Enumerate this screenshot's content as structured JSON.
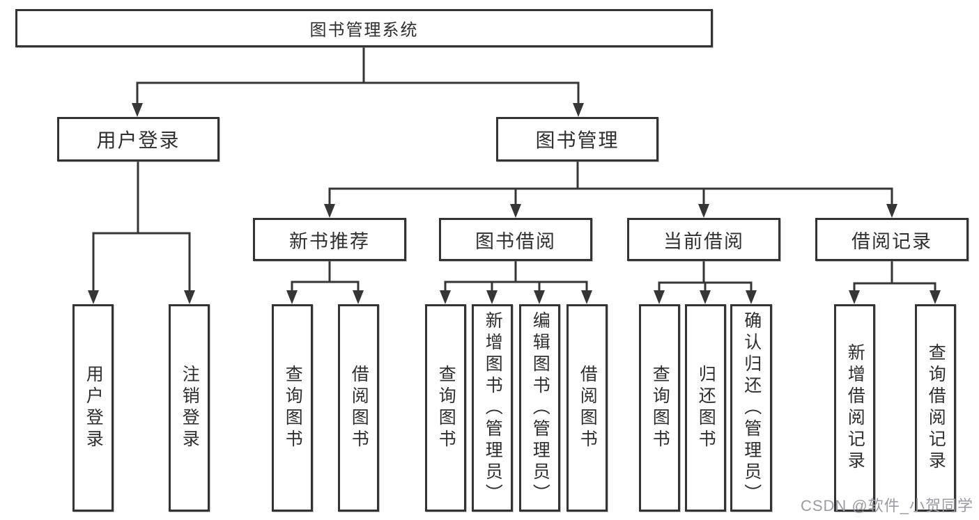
{
  "tree": {
    "root": "图书管理系统",
    "branches": [
      {
        "label": "用户登录",
        "children": [
          "用户登录",
          "注销登录"
        ]
      },
      {
        "label": "图书管理",
        "sections": [
          {
            "label": "新书推荐",
            "children": [
              "查询图书",
              "借阅图书"
            ]
          },
          {
            "label": "图书借阅",
            "children": [
              "查询图书",
              "新增图书（管理员）",
              "编辑图书（管理员）",
              "借阅图书"
            ]
          },
          {
            "label": "当前借阅",
            "children": [
              "查询图书",
              "归还图书",
              "确认归还（管理员）"
            ]
          },
          {
            "label": "借阅记录",
            "children": [
              "新增借阅记录",
              "查询借阅记录"
            ]
          }
        ]
      }
    ]
  },
  "colors": {
    "line": "#363636",
    "text": "#2e2e2e",
    "watermark": "#9b9ba3"
  },
  "watermark": "CSDN @软件_小贺同学"
}
